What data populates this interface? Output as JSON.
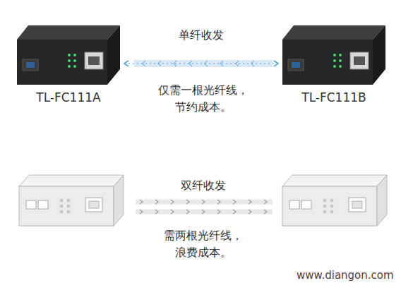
{
  "diagram": {
    "nodes": [
      {
        "text": [
          "TL-FC111A"
        ]
      },
      {
        "text": [
          "TL-FC111B"
        ]
      }
    ],
    "edges": [
      {
        "from": 0,
        "to": 1,
        "arrow": "both",
        "label": "单纤收发"
      }
    ],
    "labels": [
      "仅需一根光纤线， 节约成本。",
      "双纤收发",
      "需两根光纤线， 浪费成本。",
      "www.diangon.com"
    ]
  }
}
